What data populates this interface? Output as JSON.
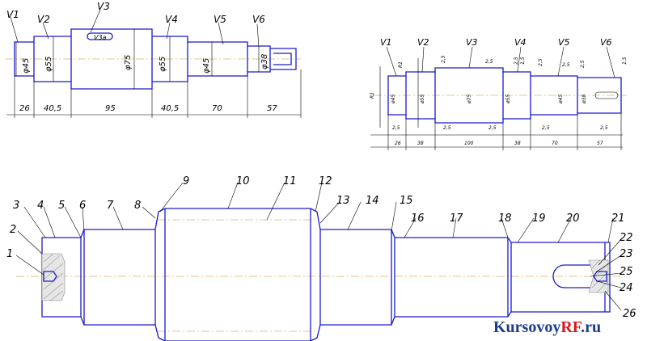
{
  "top_left_view": {
    "section_labels": [
      "V1",
      "V2",
      "V3",
      "V4",
      "V5",
      "V6"
    ],
    "diameters": [
      "φ45",
      "φ55",
      "φ75",
      "φ55",
      "φ45",
      "φ38"
    ],
    "keyway_label": "V3a",
    "lengths": [
      "26",
      "40,5",
      "95",
      "40,5",
      "70",
      "57"
    ]
  },
  "top_right_view": {
    "section_labels": [
      "V1",
      "V2",
      "V3",
      "V4",
      "V5",
      "V6"
    ],
    "lengths": [
      "26",
      "38",
      "100",
      "38",
      "70",
      "57"
    ],
    "chamfers": [
      "2,5",
      "2,5",
      "2,5",
      "2,5",
      "2,5",
      "2,5",
      "2,5"
    ],
    "inner_dims": [
      "ø45",
      "ø55",
      "ø75",
      "ø55",
      "ø45",
      "ø38"
    ],
    "side_marks": [
      "R1",
      "R1",
      "2,5",
      "2,5",
      "1,5",
      "2,5",
      "2,5",
      "1,5"
    ]
  },
  "bottom_view": {
    "surface_numbers": [
      "1",
      "2",
      "3",
      "4",
      "5",
      "6",
      "7",
      "8",
      "9",
      "10",
      "11",
      "12",
      "13",
      "14",
      "15",
      "16",
      "17",
      "18",
      "19",
      "20",
      "21",
      "22",
      "23",
      "24",
      "25",
      "26"
    ]
  },
  "watermark": {
    "part1": "Kursovoy",
    "part2": "RF",
    "part3": ".ru"
  }
}
